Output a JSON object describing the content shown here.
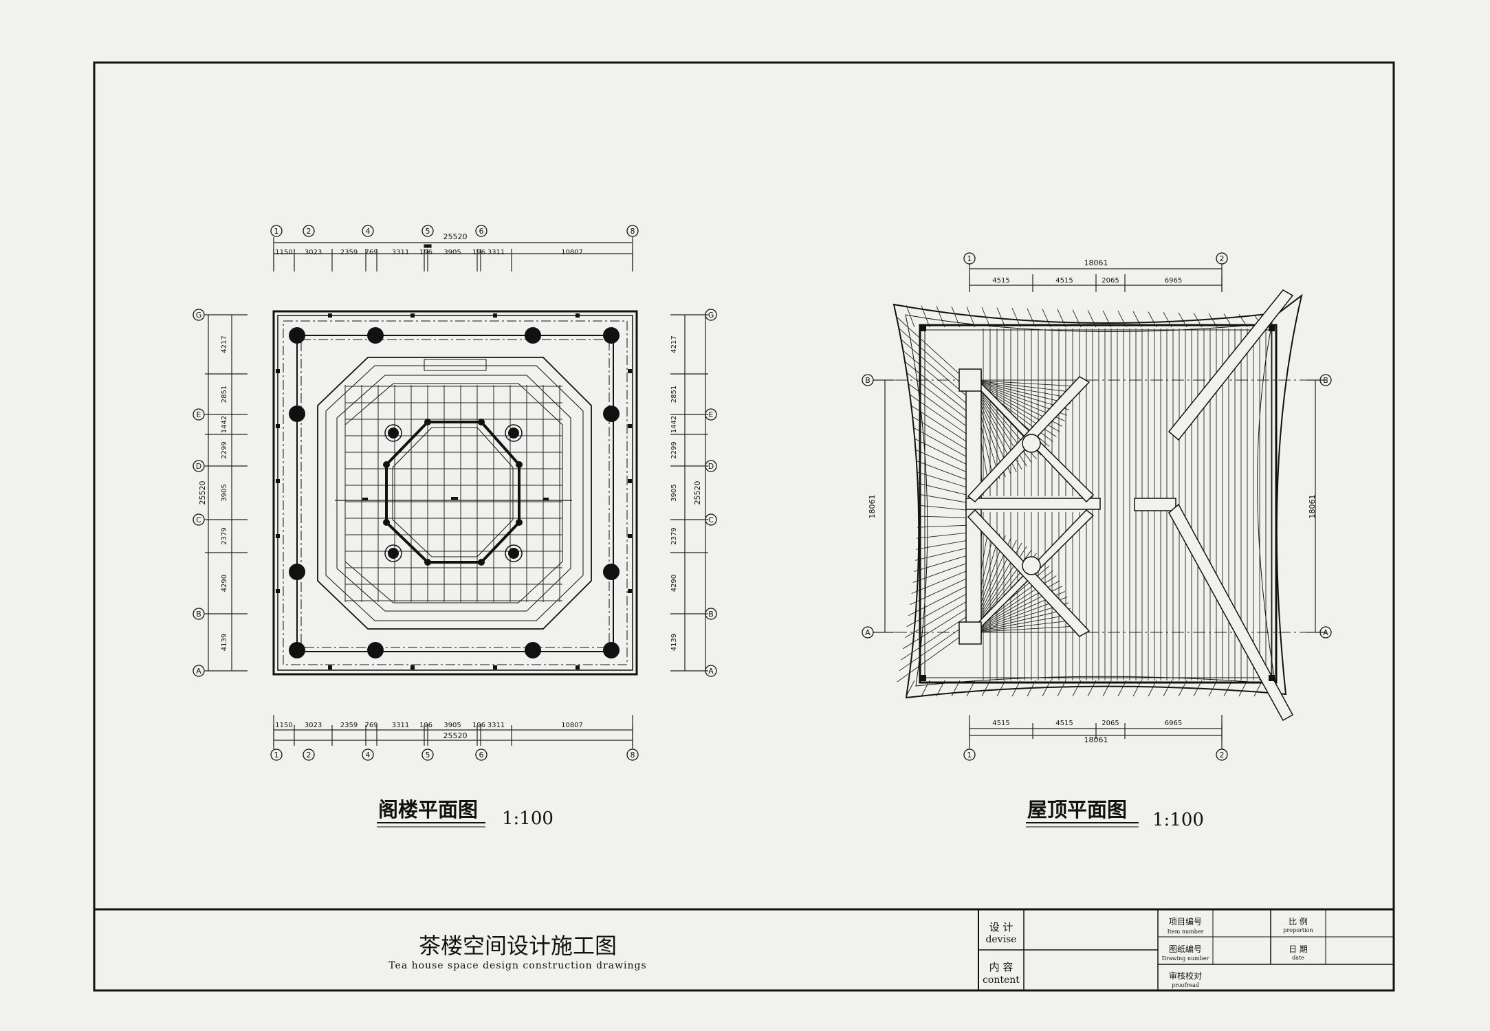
{
  "sheet": {
    "project_title_cn": "茶楼空间设计施工图",
    "project_title_en": "Tea house space design construction drawings"
  },
  "title_block": {
    "design_cn": "设  计",
    "design_en": "devise",
    "content_cn": "内  容",
    "content_en": "content",
    "item_number_cn": "项目编号",
    "item_number_en": "Item number",
    "drawing_number_cn": "图纸编号",
    "drawing_number_en": "Drawing number",
    "proofread_cn": "审核校对",
    "proofread_en": "proofread",
    "proportion_cn": "比  例",
    "proportion_en": "proportion",
    "date_cn": "日  期",
    "date_en": "date"
  },
  "attic_plan": {
    "title": "阁楼平面图",
    "scale": "1:100",
    "total_dim": "25520",
    "h_dims": [
      "1150",
      "3023",
      "2359",
      "769",
      "3311",
      "196",
      "3905",
      "196",
      "3311",
      "10807"
    ],
    "v_dims": [
      "4217",
      "2851",
      "1442",
      "2299",
      "3905",
      "2379",
      "4290",
      "4139"
    ],
    "col_axes": [
      "1",
      "2",
      "4",
      "5",
      "6",
      "8"
    ],
    "row_axes": [
      "G",
      "E",
      "D",
      "C",
      "B",
      "A"
    ]
  },
  "roof_plan": {
    "title": "屋顶平面图",
    "scale": "1:100",
    "total_dim": "18061",
    "h_dims": [
      "4515",
      "4515",
      "2065",
      "6965"
    ],
    "col_axes": [
      "1",
      "2"
    ],
    "row_axes": [
      "B",
      "A"
    ]
  }
}
